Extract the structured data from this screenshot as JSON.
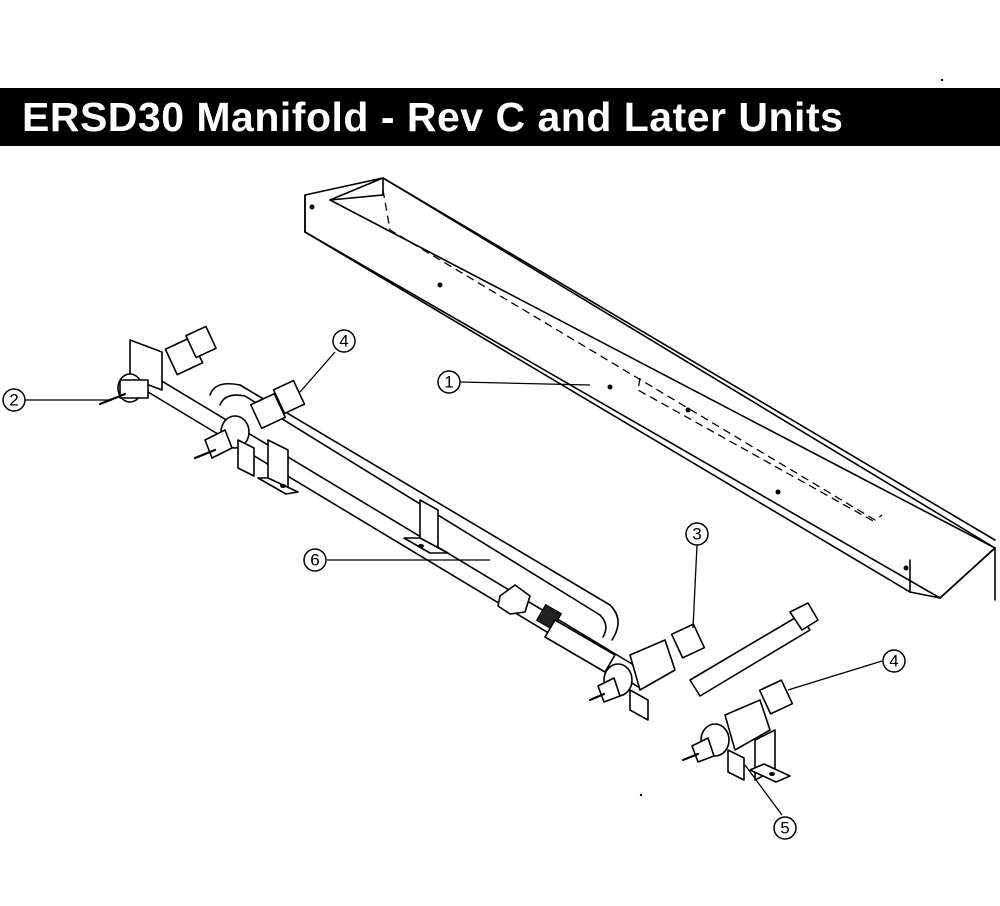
{
  "title": "ERSD30 Manifold - Rev C and Later Units",
  "callouts": [
    {
      "label": "1"
    },
    {
      "label": "2"
    },
    {
      "label": "3"
    },
    {
      "label": "4"
    },
    {
      "label": "4"
    },
    {
      "label": "5"
    },
    {
      "label": "6"
    }
  ]
}
